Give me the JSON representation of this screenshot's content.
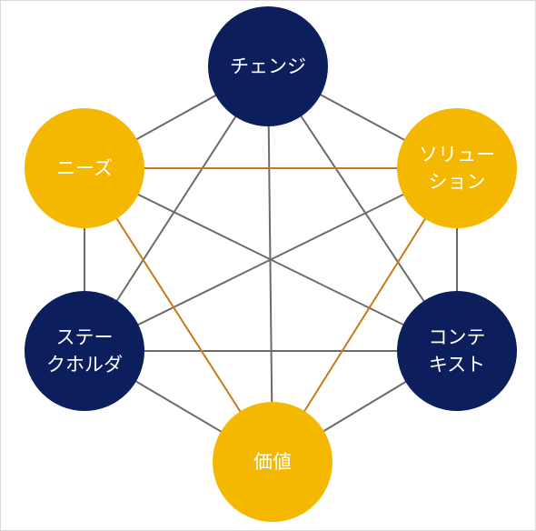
{
  "colors": {
    "navy": "#0c1f5c",
    "gold": "#f5b800",
    "gray_line": "#6b6b6b",
    "orange_line": "#c9781a",
    "border": "#d9d9d9"
  },
  "nodes": [
    {
      "id": "change",
      "lines": [
        "チェンジ"
      ],
      "fill": "navy"
    },
    {
      "id": "solution",
      "lines": [
        "ソリュー",
        "ション"
      ],
      "fill": "gold"
    },
    {
      "id": "context",
      "lines": [
        "コンテ",
        "キスト"
      ],
      "fill": "navy"
    },
    {
      "id": "value",
      "lines": [
        "価値"
      ],
      "fill": "gold"
    },
    {
      "id": "stakeholder",
      "lines": [
        "ステー",
        "クホルダ"
      ],
      "fill": "navy"
    },
    {
      "id": "needs",
      "lines": [
        "ニーズ"
      ],
      "fill": "gold"
    }
  ],
  "edges": [
    {
      "from": "change",
      "to": "solution",
      "color": "gray_line"
    },
    {
      "from": "solution",
      "to": "context",
      "color": "gray_line"
    },
    {
      "from": "context",
      "to": "value",
      "color": "gray_line"
    },
    {
      "from": "value",
      "to": "stakeholder",
      "color": "gray_line"
    },
    {
      "from": "stakeholder",
      "to": "needs",
      "color": "gray_line"
    },
    {
      "from": "needs",
      "to": "change",
      "color": "gray_line"
    },
    {
      "from": "change",
      "to": "context",
      "color": "gray_line"
    },
    {
      "from": "change",
      "to": "stakeholder",
      "color": "gray_line"
    },
    {
      "from": "change",
      "to": "value",
      "color": "gray_line"
    },
    {
      "from": "solution",
      "to": "stakeholder",
      "color": "gray_line"
    },
    {
      "from": "needs",
      "to": "context",
      "color": "gray_line"
    },
    {
      "from": "stakeholder",
      "to": "context",
      "color": "gray_line"
    },
    {
      "from": "needs",
      "to": "solution",
      "color": "orange_line"
    },
    {
      "from": "needs",
      "to": "value",
      "color": "orange_line"
    },
    {
      "from": "solution",
      "to": "value",
      "color": "orange_line"
    }
  ]
}
